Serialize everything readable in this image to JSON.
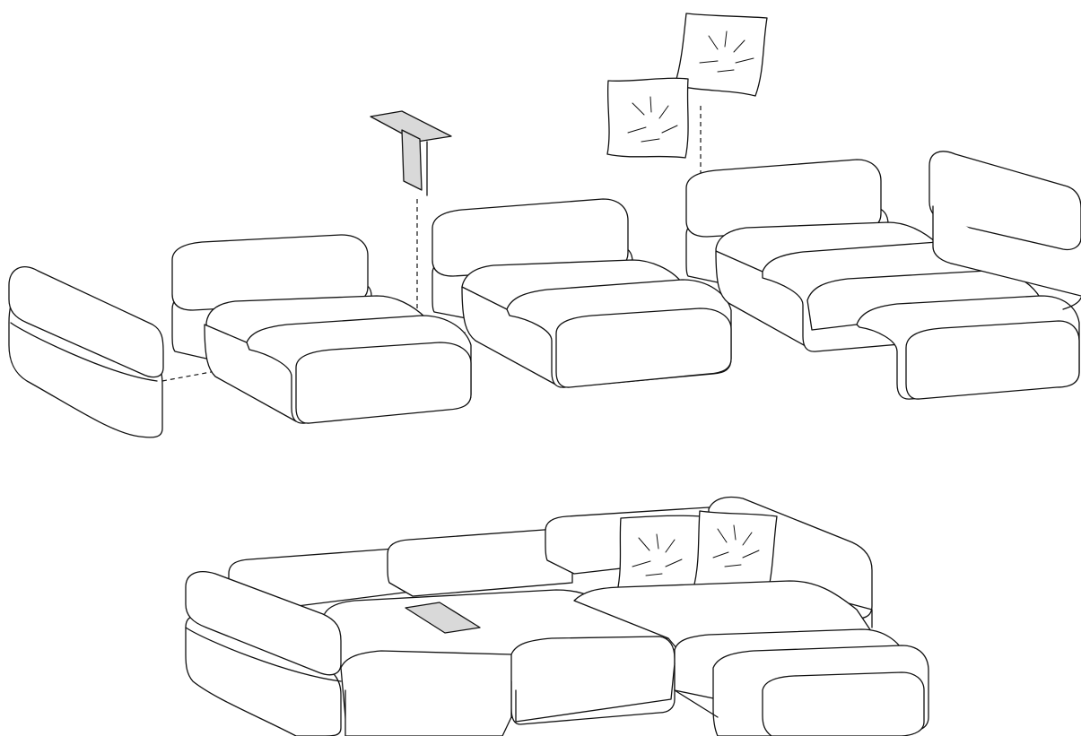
{
  "illustration": {
    "kind": "line-drawing",
    "subject": "modular sofa",
    "views": [
      "exploded",
      "assembled"
    ],
    "colors": {
      "line": "#111111",
      "background": "#ffffff",
      "accent_fill": "#d9d9d9"
    }
  }
}
